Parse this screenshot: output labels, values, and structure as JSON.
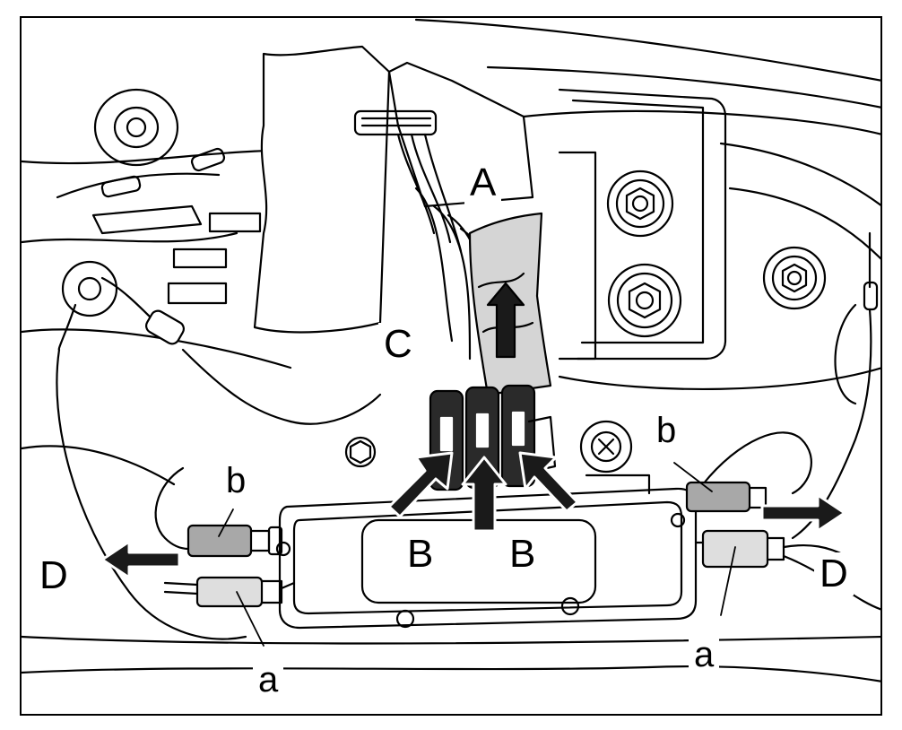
{
  "callouts": {
    "A": "A",
    "B_left": "B",
    "B_right": "B",
    "C": "C",
    "D_left": "D",
    "D_right": "D",
    "a_left": "a",
    "a_right": "a",
    "b_left": "b",
    "b_right": "b"
  },
  "colors": {
    "line": "#000000",
    "connector_fill": "#cfcfcf",
    "arrow_fill": "#1a1a1a",
    "background": "#ffffff"
  }
}
